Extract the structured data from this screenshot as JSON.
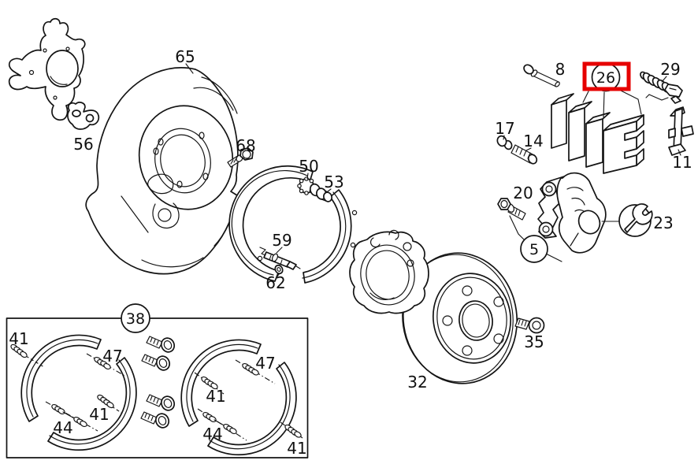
{
  "canvas": {
    "background": "#ffffff",
    "line_color": "#141414"
  },
  "highlight": {
    "part_number": "26",
    "box_color": "#e60000"
  },
  "callouts": {
    "bracket_56": "56",
    "backing_plate_65": "65",
    "bolt_68": "68",
    "expander_50": "50",
    "sleeve_53": "53",
    "adjuster_59": "59",
    "bushing_62": "62",
    "brake_disc_32": "32",
    "set_screw_35": "35",
    "guide_pin_8": "8",
    "brake_pads_26": "26",
    "pad_spring_29": "29",
    "retaining_clip_11": "11",
    "bleeder_cap_17": "17",
    "bleeder_valve_14": "14",
    "caliper_bolt_20": "20",
    "caliper_5": "5",
    "tool_23": "23",
    "shoe_kit_38": "38",
    "spring_41": "41",
    "spring_47": "47",
    "spring_44": "44"
  }
}
